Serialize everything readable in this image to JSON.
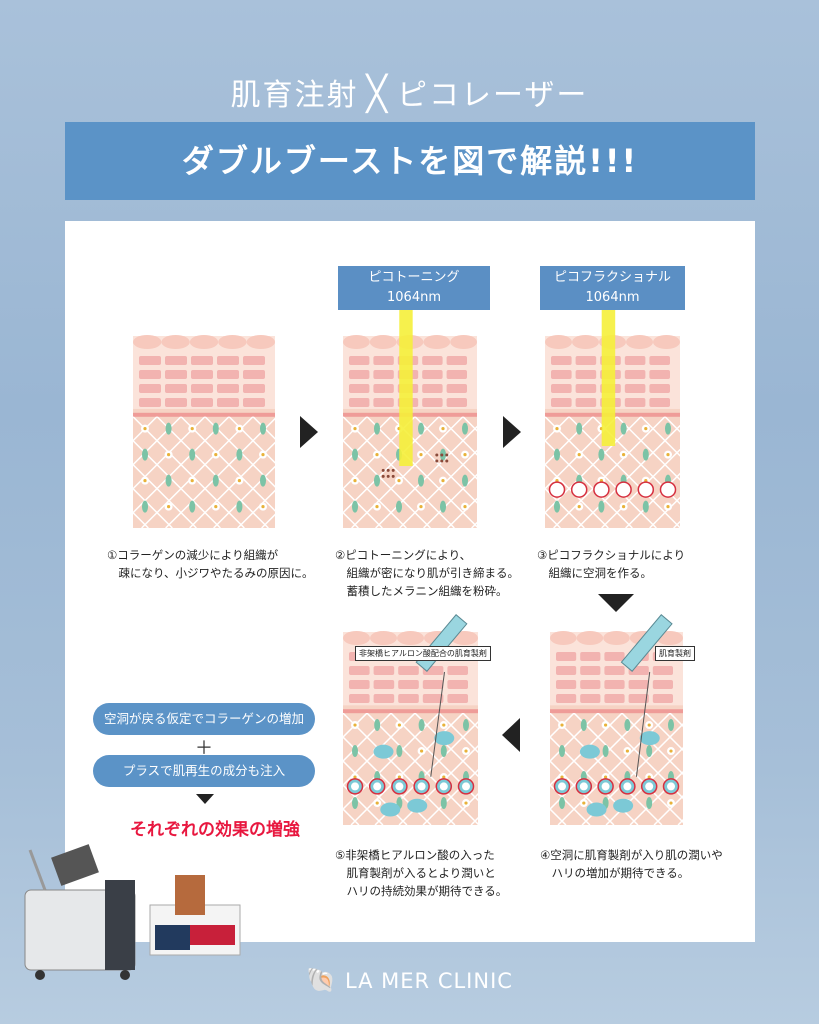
{
  "header": {
    "title_left": "肌育注射",
    "title_sep": "╳",
    "title_right": "ピコレーザー",
    "banner": "ダブルブーストを図で解説!!!"
  },
  "labels": {
    "toning": {
      "name": "ピコトーニング",
      "wave": "1064nm"
    },
    "fractional": {
      "name": "ピコフラクショナル",
      "wave": "1064nm"
    },
    "tag5": "非架橋ヒアルロン酸配合の肌育製剤",
    "tag4": "肌育製剤"
  },
  "captions": [
    "①コラーゲンの減少により組織が\n　疎になり、小ジワやたるみの原因に。",
    "②ピコトーニングにより、\n　組織が密になり肌が引き締まる。\n　蓄積したメラニン組織を粉砕。",
    "③ピコフラクショナルにより\n　組織に空洞を作る。",
    "④空洞に肌育製剤が入り肌の潤いや\n　ハリの増加が期待できる。",
    "⑤非架橋ヒアルロン酸の入った\n　肌育製剤が入るとより潤いと\n　ハリの持続効果が期待できる。"
  ],
  "summary": {
    "pill1": "空洞が戻る仮定でコラーゲンの増加",
    "plus": "＋",
    "pill2": "プラスで肌再生の成分も注入",
    "result": "それぞれの効果の増強"
  },
  "footer": {
    "logo": "LA MER CLINIC"
  },
  "colors": {
    "banner": "#5b93c7",
    "skin": "#f6d0c0",
    "accent": "#e8173f",
    "serum": "#7cc9d6"
  }
}
